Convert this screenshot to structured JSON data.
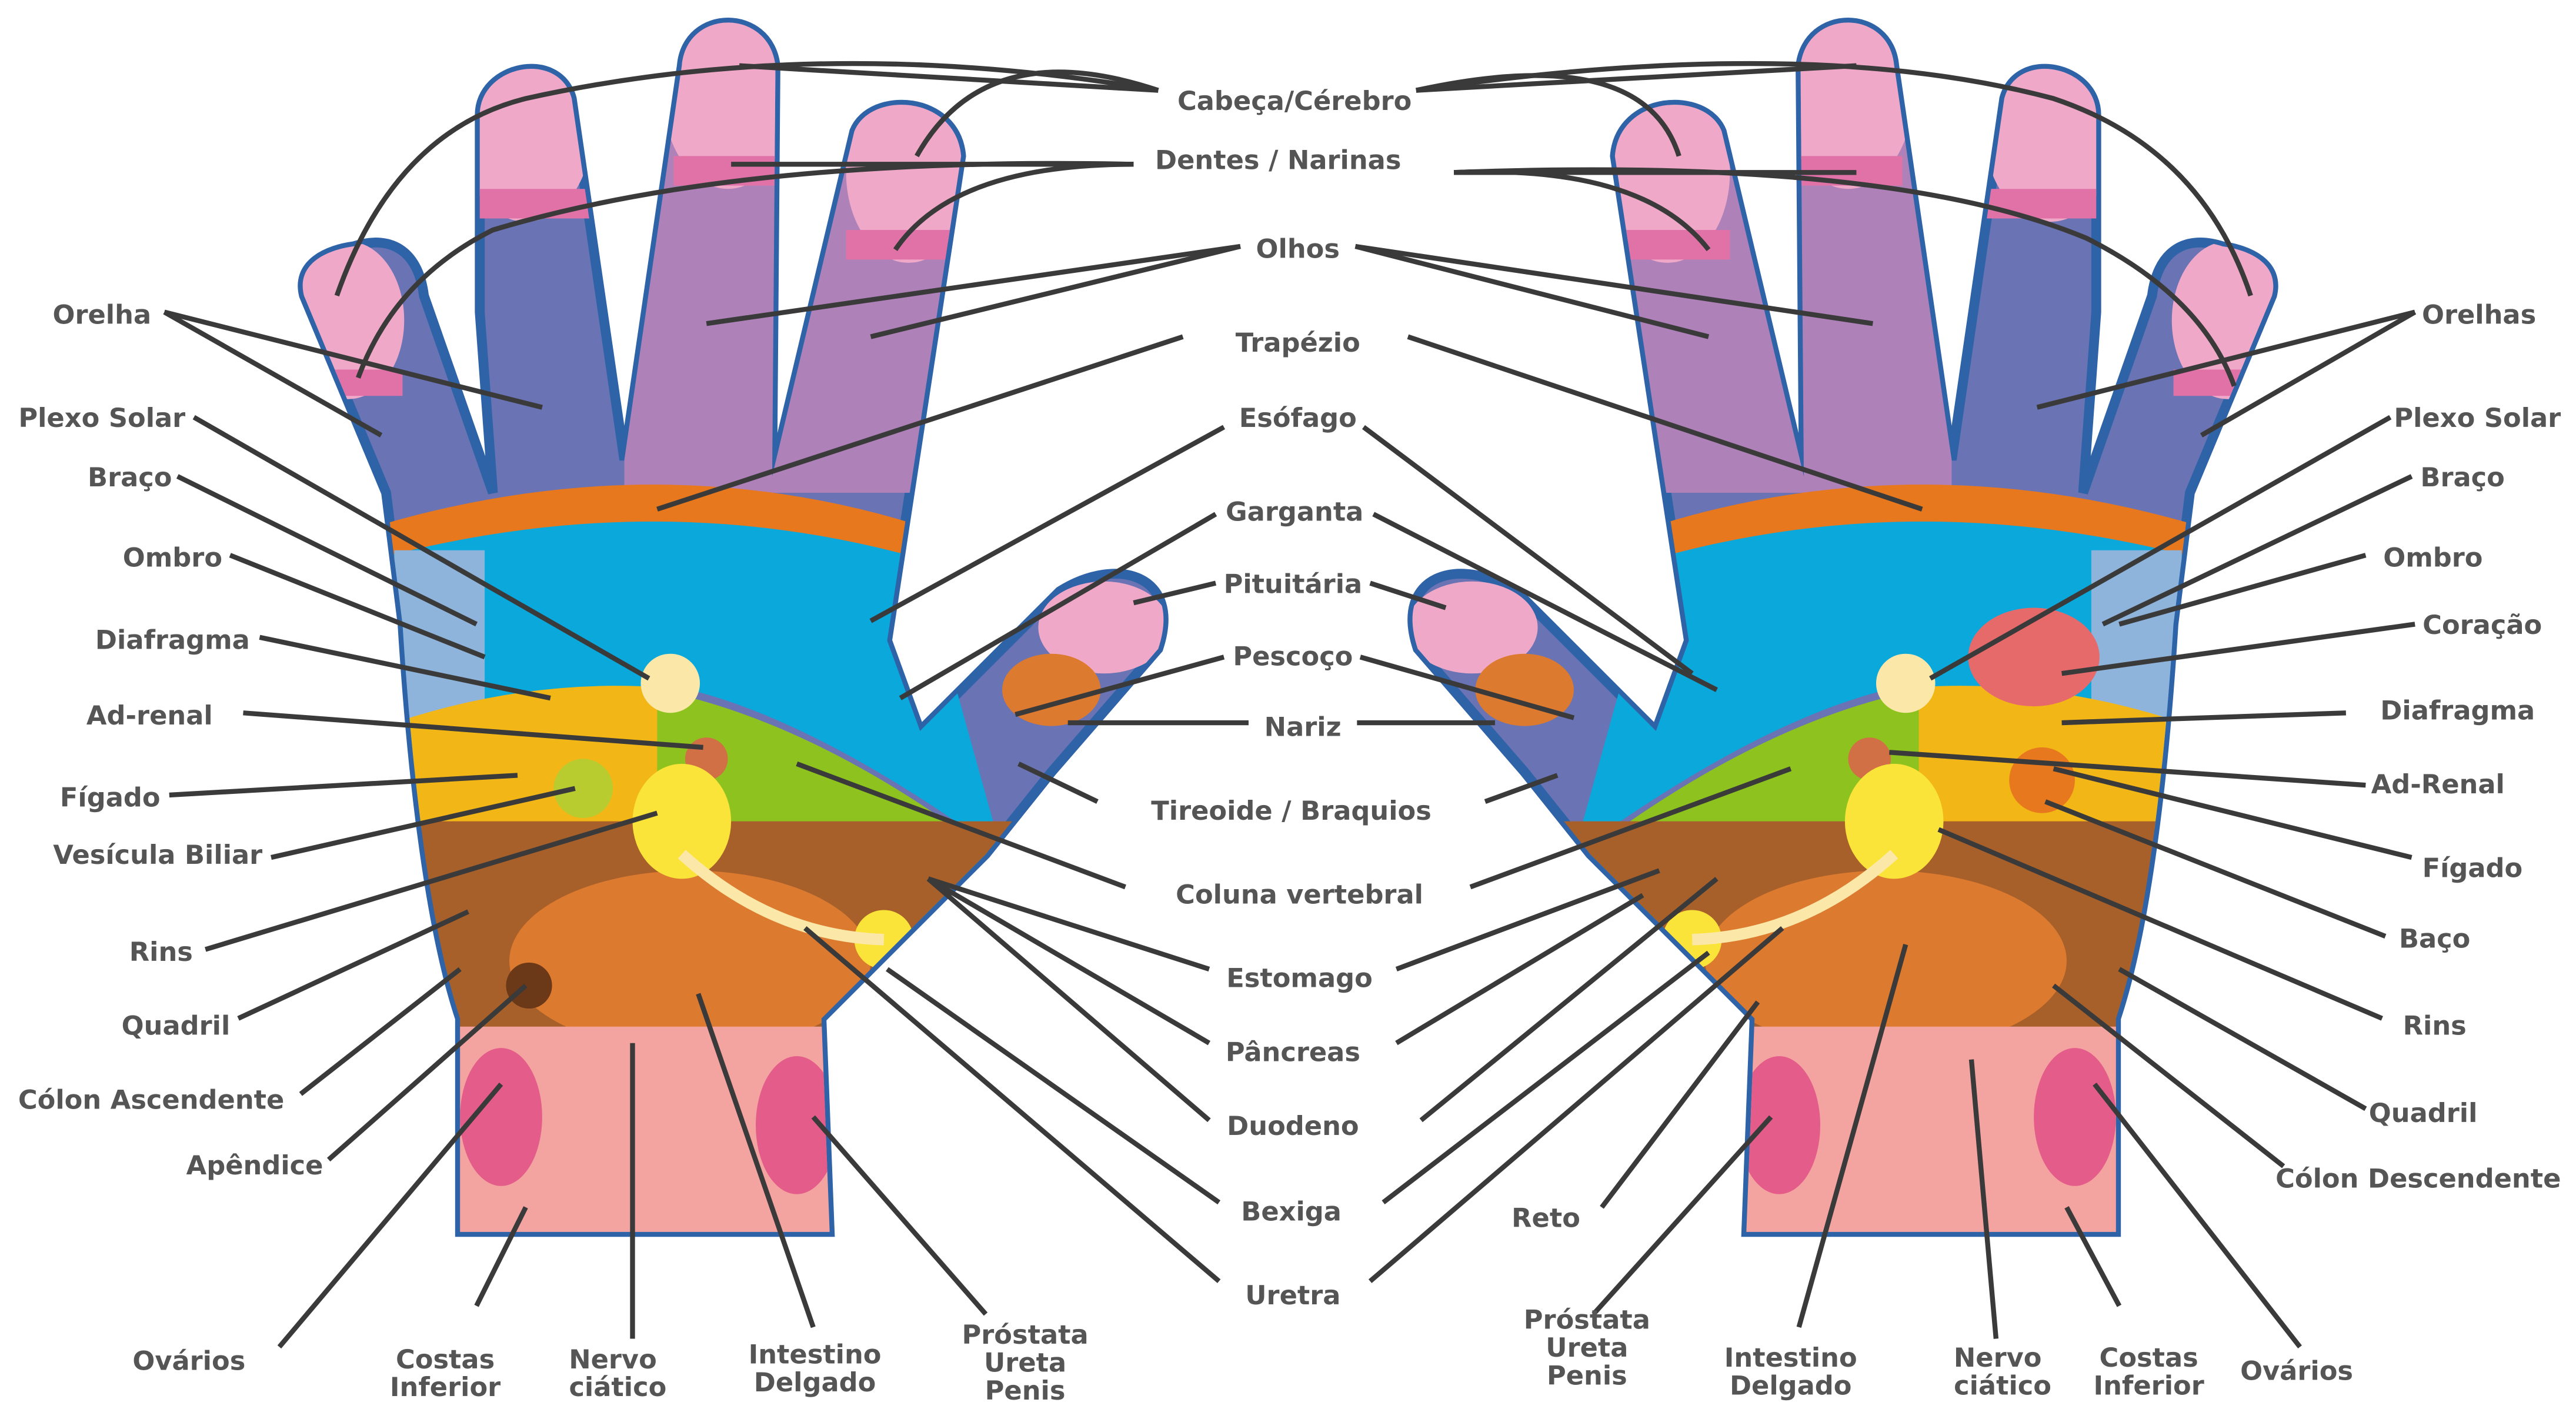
{
  "colors": {
    "finger_tip": "#f0a8c8",
    "finger_band": "#e072a8",
    "finger_blue": "#6a73b3",
    "finger_purple": "#ae82b8",
    "trapezius": "#e8781e",
    "upper_palm": "#0ba8dc",
    "liver": "#f2b617",
    "stomach": "#8ec21f",
    "intestine": "#dc7a30",
    "colon": "#a8602a",
    "wrist": "#f4a4a0",
    "wrist_spot": "#e45c8a",
    "glands": "#fbe43a",
    "outline": "#2f63a8",
    "label_text": "#555555"
  },
  "left_hand": {
    "labels": {
      "orelha": "Orelha",
      "plexo_solar": "Plexo Solar",
      "braco": "Braço",
      "ombro": "Ombro",
      "diafragma": "Diafragma",
      "ad_renal": "Ad-renal",
      "figado": "Fígado",
      "vesicula": "Vesícula Biliar",
      "rins": "Rins",
      "quadril": "Quadril",
      "colon": "Cólon Ascendente",
      "apendice": "Apêndice",
      "ovarios": "Ovários",
      "costas": [
        "Costas",
        "Inferior"
      ],
      "nervo": [
        "Nervo",
        "ciático"
      ],
      "intestino": [
        "Intestino",
        "Delgado"
      ],
      "prostata": [
        "Próstata",
        "Ureta",
        "Penis"
      ]
    }
  },
  "center_labels": {
    "cabeca": "Cabeça/Cérebro",
    "dentes": "Dentes / Narinas",
    "olhos": "Olhos",
    "trapezio": "Trapézio",
    "esofago": "Esófago",
    "garganta": "Garganta",
    "pituitaria": "Pituitária",
    "pescoco": "Pescoço",
    "nariz": "Nariz",
    "tireoide": "Tireoide / Braquios",
    "coluna": "Coluna vertebral",
    "estomago": "Estomago",
    "pancreas": "Pâncreas",
    "duodeno": "Duodeno",
    "bexiga": "Bexiga",
    "uretra": "Uretra",
    "reto": "Reto"
  },
  "right_hand": {
    "labels": {
      "orelhas": "Orelhas",
      "plexo_solar": "Plexo Solar",
      "braco": "Braço",
      "ombro": "Ombro",
      "coracao": "Coração",
      "diafragma": "Diafragma",
      "ad_renal": "Ad-Renal",
      "figado": "Fígado",
      "baco": "Baço",
      "rins": "Rins",
      "quadril": "Quadril",
      "colon": "Cólon Descendente",
      "ovarios": "Ovários",
      "costas": [
        "Costas",
        "Inferior"
      ],
      "nervo": [
        "Nervo",
        "ciático"
      ],
      "intestino": [
        "Intestino",
        "Delgado"
      ],
      "prostata": [
        "Próstata",
        "Ureta",
        "Penis"
      ]
    }
  }
}
